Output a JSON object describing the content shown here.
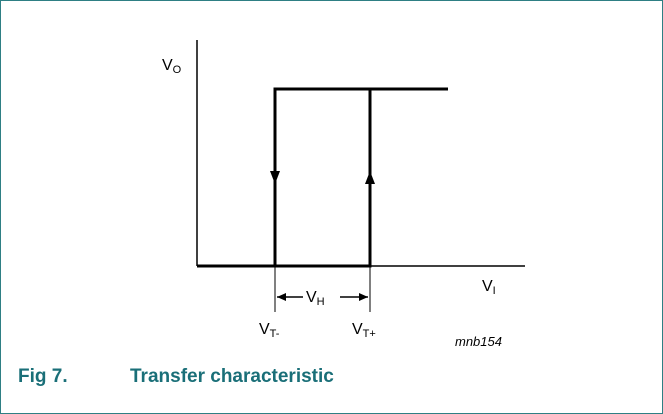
{
  "labels": {
    "vo_main": "V",
    "vo_sub": "O",
    "vi_main": "V",
    "vi_sub": "I",
    "vh_main": "V",
    "vh_sub": "H",
    "vtm_main": "V",
    "vtm_sub": "T-",
    "vtp_main": "V",
    "vtp_sub": "T+"
  },
  "figure_id": "mnb154",
  "caption": {
    "number": "Fig 7.",
    "title": "Transfer characteristic"
  },
  "colors": {
    "border": "#2e7f84",
    "caption": "#1a6f78",
    "ink": "#000000"
  }
}
